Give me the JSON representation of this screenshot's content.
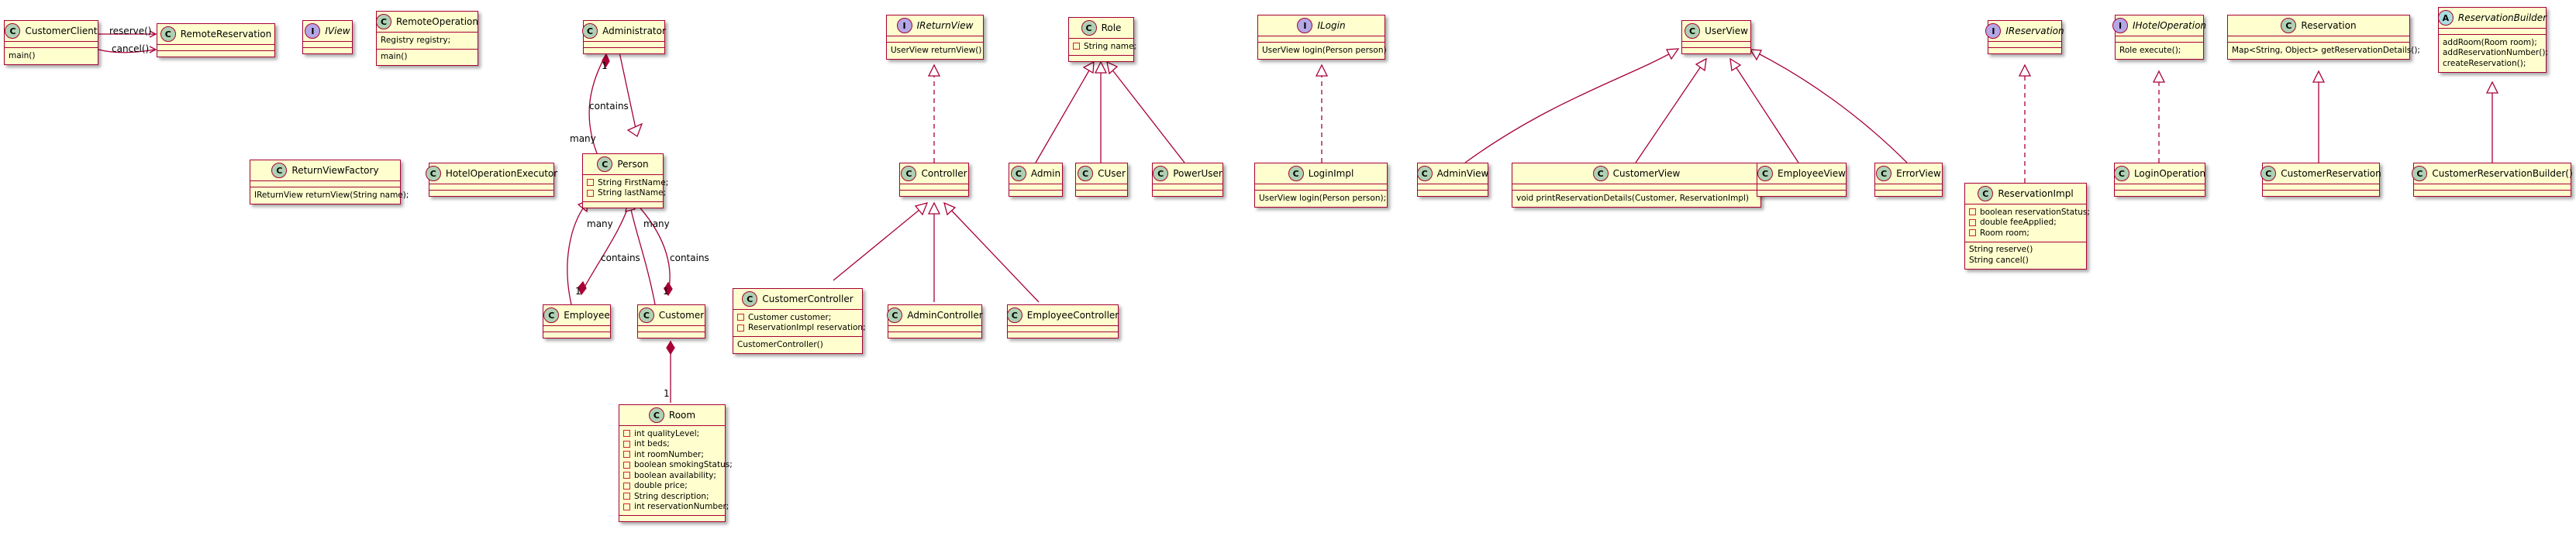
{
  "diagram_title": "",
  "colors": {
    "class_fill": "#FEFECE",
    "class_border": "#A80036",
    "class_badge": "#ADD1B2",
    "interface_badge": "#B4A7E5",
    "abstract_badge": "#A9DCDF",
    "edge": "#A80036"
  },
  "classes": {
    "customer_client": {
      "kind": "C",
      "name": "CustomerClient",
      "methods": [
        "main()"
      ]
    },
    "remote_reservation": {
      "kind": "C",
      "name": "RemoteReservation"
    },
    "iview": {
      "kind": "I",
      "name": "IView"
    },
    "remote_operation": {
      "kind": "C",
      "name": "RemoteOperation",
      "fields": [
        "Registry registry;"
      ],
      "methods": [
        "main()"
      ]
    },
    "administrator": {
      "kind": "C",
      "name": "Administrator"
    },
    "ireturn_view": {
      "kind": "I",
      "name": "IReturnView",
      "methods": [
        "UserView returnView()"
      ]
    },
    "role": {
      "kind": "C",
      "name": "Role",
      "fields": [
        "String name;"
      ]
    },
    "ilogin": {
      "kind": "I",
      "name": "ILogin",
      "methods": [
        "UserView login(Person person)"
      ]
    },
    "user_view": {
      "kind": "C",
      "name": "UserView"
    },
    "ireservation": {
      "kind": "I",
      "name": "IReservation"
    },
    "ihotel_operation": {
      "kind": "I",
      "name": "IHotelOperation",
      "methods": [
        "Role execute();"
      ]
    },
    "reservation": {
      "kind": "C",
      "name": "Reservation",
      "methods": [
        "Map<String, Object> getReservationDetails();"
      ]
    },
    "reservation_builder": {
      "kind": "A",
      "name": "ReservationBuilder",
      "methods": [
        "addRoom(Room room);",
        "addReservationNumber();",
        "createReservation();"
      ]
    },
    "return_view_factory": {
      "kind": "C",
      "name": "ReturnViewFactory",
      "methods": [
        "IReturnView returnView(String name);"
      ]
    },
    "hotel_operation_executor": {
      "kind": "C",
      "name": "HotelOperationExecutor"
    },
    "person": {
      "kind": "C",
      "name": "Person",
      "fields": [
        "String FirstName;",
        "String lastName;"
      ]
    },
    "controller": {
      "kind": "C",
      "name": "Controller"
    },
    "admin": {
      "kind": "C",
      "name": "Admin"
    },
    "cuser": {
      "kind": "C",
      "name": "CUser"
    },
    "power_user": {
      "kind": "C",
      "name": "PowerUser"
    },
    "login_impl": {
      "kind": "C",
      "name": "LoginImpl",
      "methods": [
        "UserView login(Person person);"
      ]
    },
    "admin_view": {
      "kind": "C",
      "name": "AdminView"
    },
    "customer_view": {
      "kind": "C",
      "name": "CustomerView",
      "methods": [
        "void printReservationDetails(Customer, ReservationImpl)"
      ]
    },
    "employee_view": {
      "kind": "C",
      "name": "EmployeeView"
    },
    "error_view": {
      "kind": "C",
      "name": "ErrorView"
    },
    "reservation_impl": {
      "kind": "C",
      "name": "ReservationImpl",
      "fields": [
        "boolean reservationStatus;",
        "double feeApplied;",
        "Room room;"
      ],
      "methods": [
        "String reserve()",
        "String cancel()"
      ]
    },
    "login_operation": {
      "kind": "C",
      "name": "LoginOperation"
    },
    "customer_reservation": {
      "kind": "C",
      "name": "CustomerReservation"
    },
    "customer_reservation_builder": {
      "kind": "C",
      "name": "CustomerReservationBuilder()"
    },
    "employee": {
      "kind": "C",
      "name": "Employee"
    },
    "customer": {
      "kind": "C",
      "name": "Customer"
    },
    "customer_controller": {
      "kind": "C",
      "name": "CustomerController",
      "fields": [
        "Customer customer;",
        "ReservationImpl reservation;"
      ],
      "methods": [
        "CustomerController()"
      ]
    },
    "admin_controller": {
      "kind": "C",
      "name": "AdminController"
    },
    "employee_controller": {
      "kind": "C",
      "name": "EmployeeController"
    },
    "room": {
      "kind": "C",
      "name": "Room",
      "fields": [
        "int qualityLevel;",
        "int beds;",
        "int roomNumber;",
        "boolean smokingStatus;",
        "boolean availability;",
        "double price;",
        "String description;",
        "int reservationNumber;"
      ]
    }
  },
  "labels": {
    "reserve": "reserve()",
    "cancel": "cancel()",
    "contains_admin": "contains",
    "many_admin": "many",
    "one_admin": "1",
    "contains_employee": "contains",
    "many_employee": "many",
    "one_employee": "1",
    "contains_customer": "contains",
    "many_customer": "many",
    "one_customer": "1",
    "one_room": "1"
  }
}
